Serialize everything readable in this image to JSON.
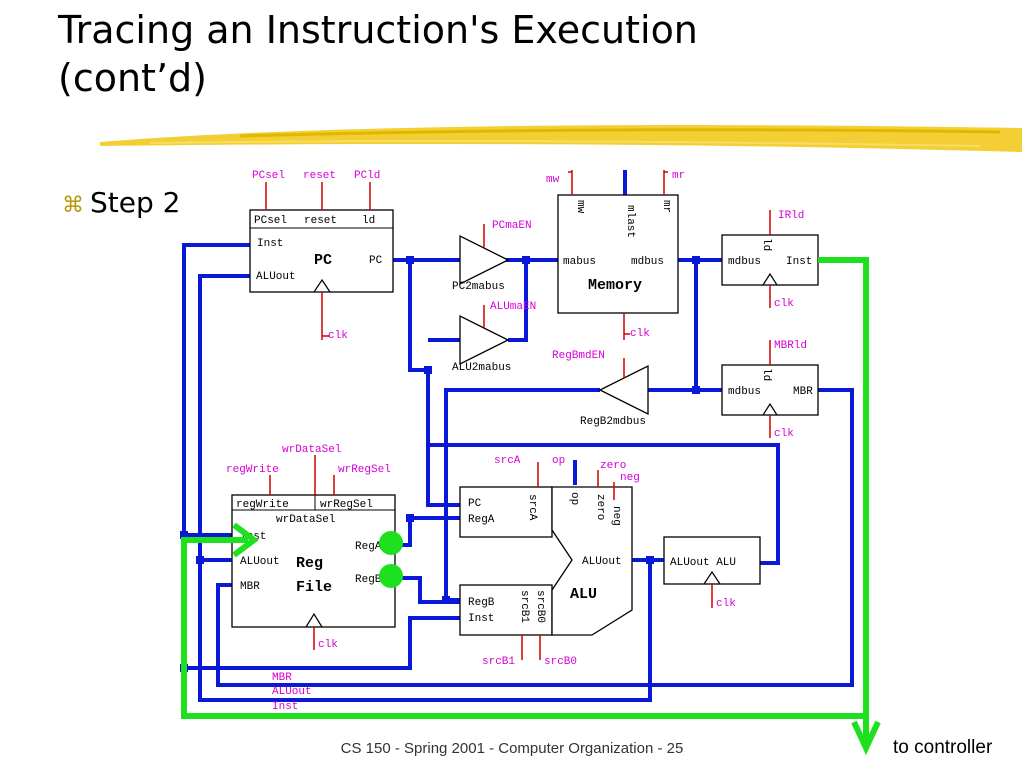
{
  "slide": {
    "title_line1": "Tracing an Instruction's Execution",
    "title_line2": "(cont’d)",
    "bullet_glyph": "⌘",
    "bullet": "Step 2",
    "footer": "CS 150 - Spring 2001 - Computer Organization - 25",
    "to_controller": "to controller"
  },
  "colors": {
    "bus": "#0a18d8",
    "control_signal": "#d600d6",
    "highlight": "#1ee01e",
    "title_swoosh": "#f2cc2a"
  },
  "diagram": {
    "pc": {
      "name": "PC",
      "ports_top": [
        "PCsel",
        "reset",
        "ld"
      ],
      "in1": "Inst",
      "in2": "ALUout",
      "out": "PC",
      "ctrl": [
        "PCsel",
        "reset",
        "PCld"
      ],
      "clk": "clk"
    },
    "pc2mabus": {
      "name": "PC2mabus",
      "ctrl": "PCmaEN"
    },
    "alu2mabus": {
      "name": "ALU2mabus",
      "ctrl": "ALUmaEN"
    },
    "regb2mdbus": {
      "name": "RegB2mdbus",
      "ctrl": "RegBmdEN"
    },
    "memory": {
      "name": "Memory",
      "ports_top": [
        "mw",
        "mlast",
        "mr"
      ],
      "mabus": "mabus",
      "mdbus": "mdbus",
      "ctrl": [
        "mw",
        "mr"
      ],
      "clk": "clk"
    },
    "ir": {
      "in": "mdbus",
      "out": "Inst",
      "ld": "ld",
      "ctrl": "IRld",
      "clk": "clk"
    },
    "mbr": {
      "in": "mdbus",
      "out": "MBR",
      "ld": "ld",
      "ctrl": "MBRld",
      "clk": "clk"
    },
    "regfile": {
      "name1": "Reg",
      "name2": "File",
      "ports_top": [
        "regWrite",
        "wrRegSel",
        "wrDataSel"
      ],
      "in1": "Inst",
      "in2": "ALUout",
      "in3": "MBR",
      "outA": "RegA",
      "outB": "RegB",
      "ctrl": [
        "wrDataSel",
        "regWrite",
        "wrRegSel"
      ],
      "clk": "clk"
    },
    "alu": {
      "name": "ALU",
      "pc": "PC",
      "rega": "RegA",
      "srca": "srcA",
      "regb": "RegB",
      "inst": "Inst",
      "srcb1": "srcB1",
      "srcb0": "srcB0",
      "op": "op",
      "zero": "zero",
      "neg": "neg",
      "out": "ALUout",
      "ctrl": [
        "srcA",
        "op",
        "zero",
        "neg",
        "srcB1",
        "srcB0"
      ]
    },
    "aluout_reg": {
      "name": "ALUout ALU",
      "clk": "clk"
    },
    "bottom_labels": [
      "MBR",
      "ALUout",
      "Inst"
    ]
  }
}
